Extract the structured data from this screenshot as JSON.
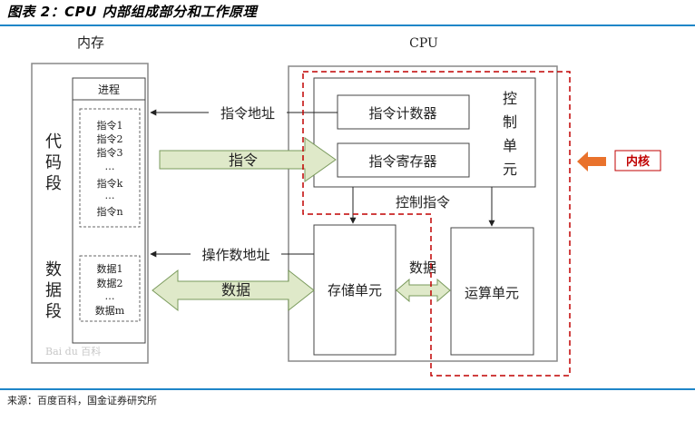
{
  "figure_title": "图表 2：CPU 内部组成部分和工作原理",
  "source_note": "来源：百度百科，国金证券研究所",
  "memory": {
    "title": "内存",
    "process_label": "进程",
    "code_segment_label": [
      "代",
      "码",
      "段"
    ],
    "data_segment_label": [
      "数",
      "据",
      "段"
    ],
    "instructions": [
      "指令1",
      "指令2",
      "指令3",
      "…",
      "指令k",
      "…",
      "指令n"
    ],
    "data_items": [
      "数据1",
      "数据2",
      "…",
      "数据m"
    ],
    "watermark": "Bai du 百科"
  },
  "cpu": {
    "title": "CPU",
    "program_counter": "指令计数器",
    "instruction_register": "指令寄存器",
    "control_unit_label": [
      "控",
      "制",
      "单",
      "元"
    ],
    "storage_unit": "存储单元",
    "alu": "运算单元"
  },
  "arrows": {
    "instruction_address": "指令地址",
    "instruction": "指令",
    "control_signal": "控制指令",
    "operand_address": "操作数地址",
    "data_bus": "数据",
    "data_internal": "数据"
  },
  "core_label": "内核",
  "colors": {
    "accent_blue": "#1f86c8",
    "core_red": "#c00000",
    "core_arrow": "#e9722c",
    "green_fill": "#dfe9c9",
    "green_stroke": "#7a9a5c"
  }
}
